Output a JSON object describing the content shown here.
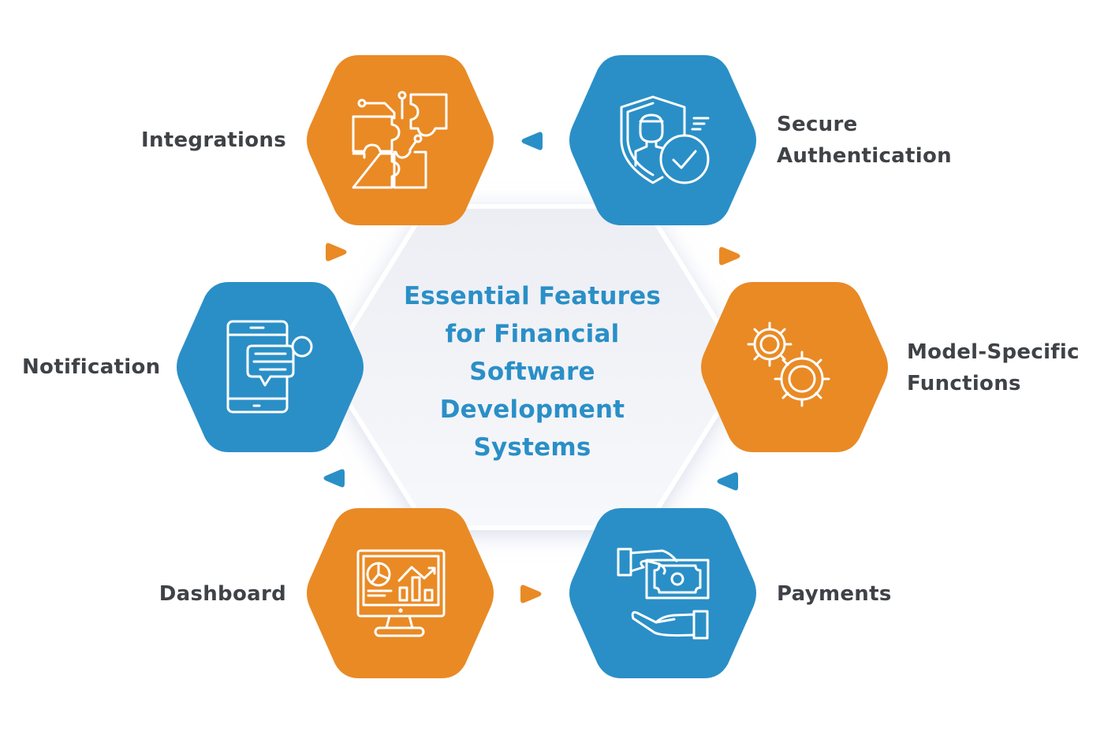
{
  "diagram": {
    "title_lines": [
      "Essential Features",
      "for Financial",
      "Software",
      "Development",
      "Systems"
    ],
    "colors": {
      "orange": "#e98a25",
      "blue": "#2a8fc7",
      "label_text": "#3f4246",
      "title_text": "#2a8fc7",
      "center_hex": "#eef0f5"
    },
    "features": [
      {
        "id": "integrations",
        "label_lines": [
          "Integrations"
        ],
        "color": "orange",
        "icon": "puzzle-icon"
      },
      {
        "id": "secure-authentication",
        "label_lines": [
          "Secure",
          "Authentication"
        ],
        "color": "blue",
        "icon": "shield-user-check-icon"
      },
      {
        "id": "model-specific-functions",
        "label_lines": [
          "Model-Specific",
          "Functions"
        ],
        "color": "orange",
        "icon": "gears-icon"
      },
      {
        "id": "payments",
        "label_lines": [
          "Payments"
        ],
        "color": "blue",
        "icon": "hand-money-icon"
      },
      {
        "id": "dashboard",
        "label_lines": [
          "Dashboard"
        ],
        "color": "orange",
        "icon": "monitor-chart-icon"
      },
      {
        "id": "notification",
        "label_lines": [
          "Notification"
        ],
        "color": "blue",
        "icon": "phone-message-icon"
      }
    ],
    "connectors": [
      {
        "between": "secure-authentication → integrations",
        "direction": "left",
        "color": "blue"
      },
      {
        "between": "secure-authentication → model-specific-functions",
        "direction": "right",
        "color": "orange"
      },
      {
        "between": "model-specific-functions → payments",
        "direction": "left",
        "color": "blue"
      },
      {
        "between": "dashboard → payments",
        "direction": "right",
        "color": "orange"
      },
      {
        "between": "dashboard → notification",
        "direction": "left",
        "color": "blue"
      },
      {
        "between": "integrations → notification",
        "direction": "right",
        "color": "orange"
      }
    ]
  }
}
